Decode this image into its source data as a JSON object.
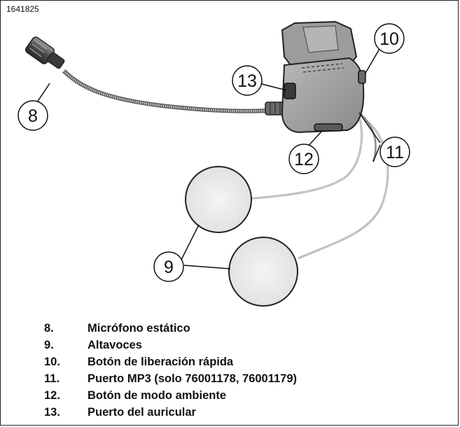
{
  "figure_id": "1641825",
  "callouts": {
    "c8": "8",
    "c9": "9",
    "c10": "10",
    "c11": "11",
    "c12": "12",
    "c13": "13"
  },
  "legend": [
    {
      "num": "8.",
      "label": "Micrófono estático"
    },
    {
      "num": "9.",
      "label": "Altavoces"
    },
    {
      "num": "10.",
      "label": "Botón de liberación rápida"
    },
    {
      "num": "11.",
      "label": "Puerto MP3 (solo 76001178, 76001179)"
    },
    {
      "num": "12.",
      "label": "Botón de modo ambiente"
    },
    {
      "num": "13.",
      "label": "Puerto del auricular"
    }
  ]
}
